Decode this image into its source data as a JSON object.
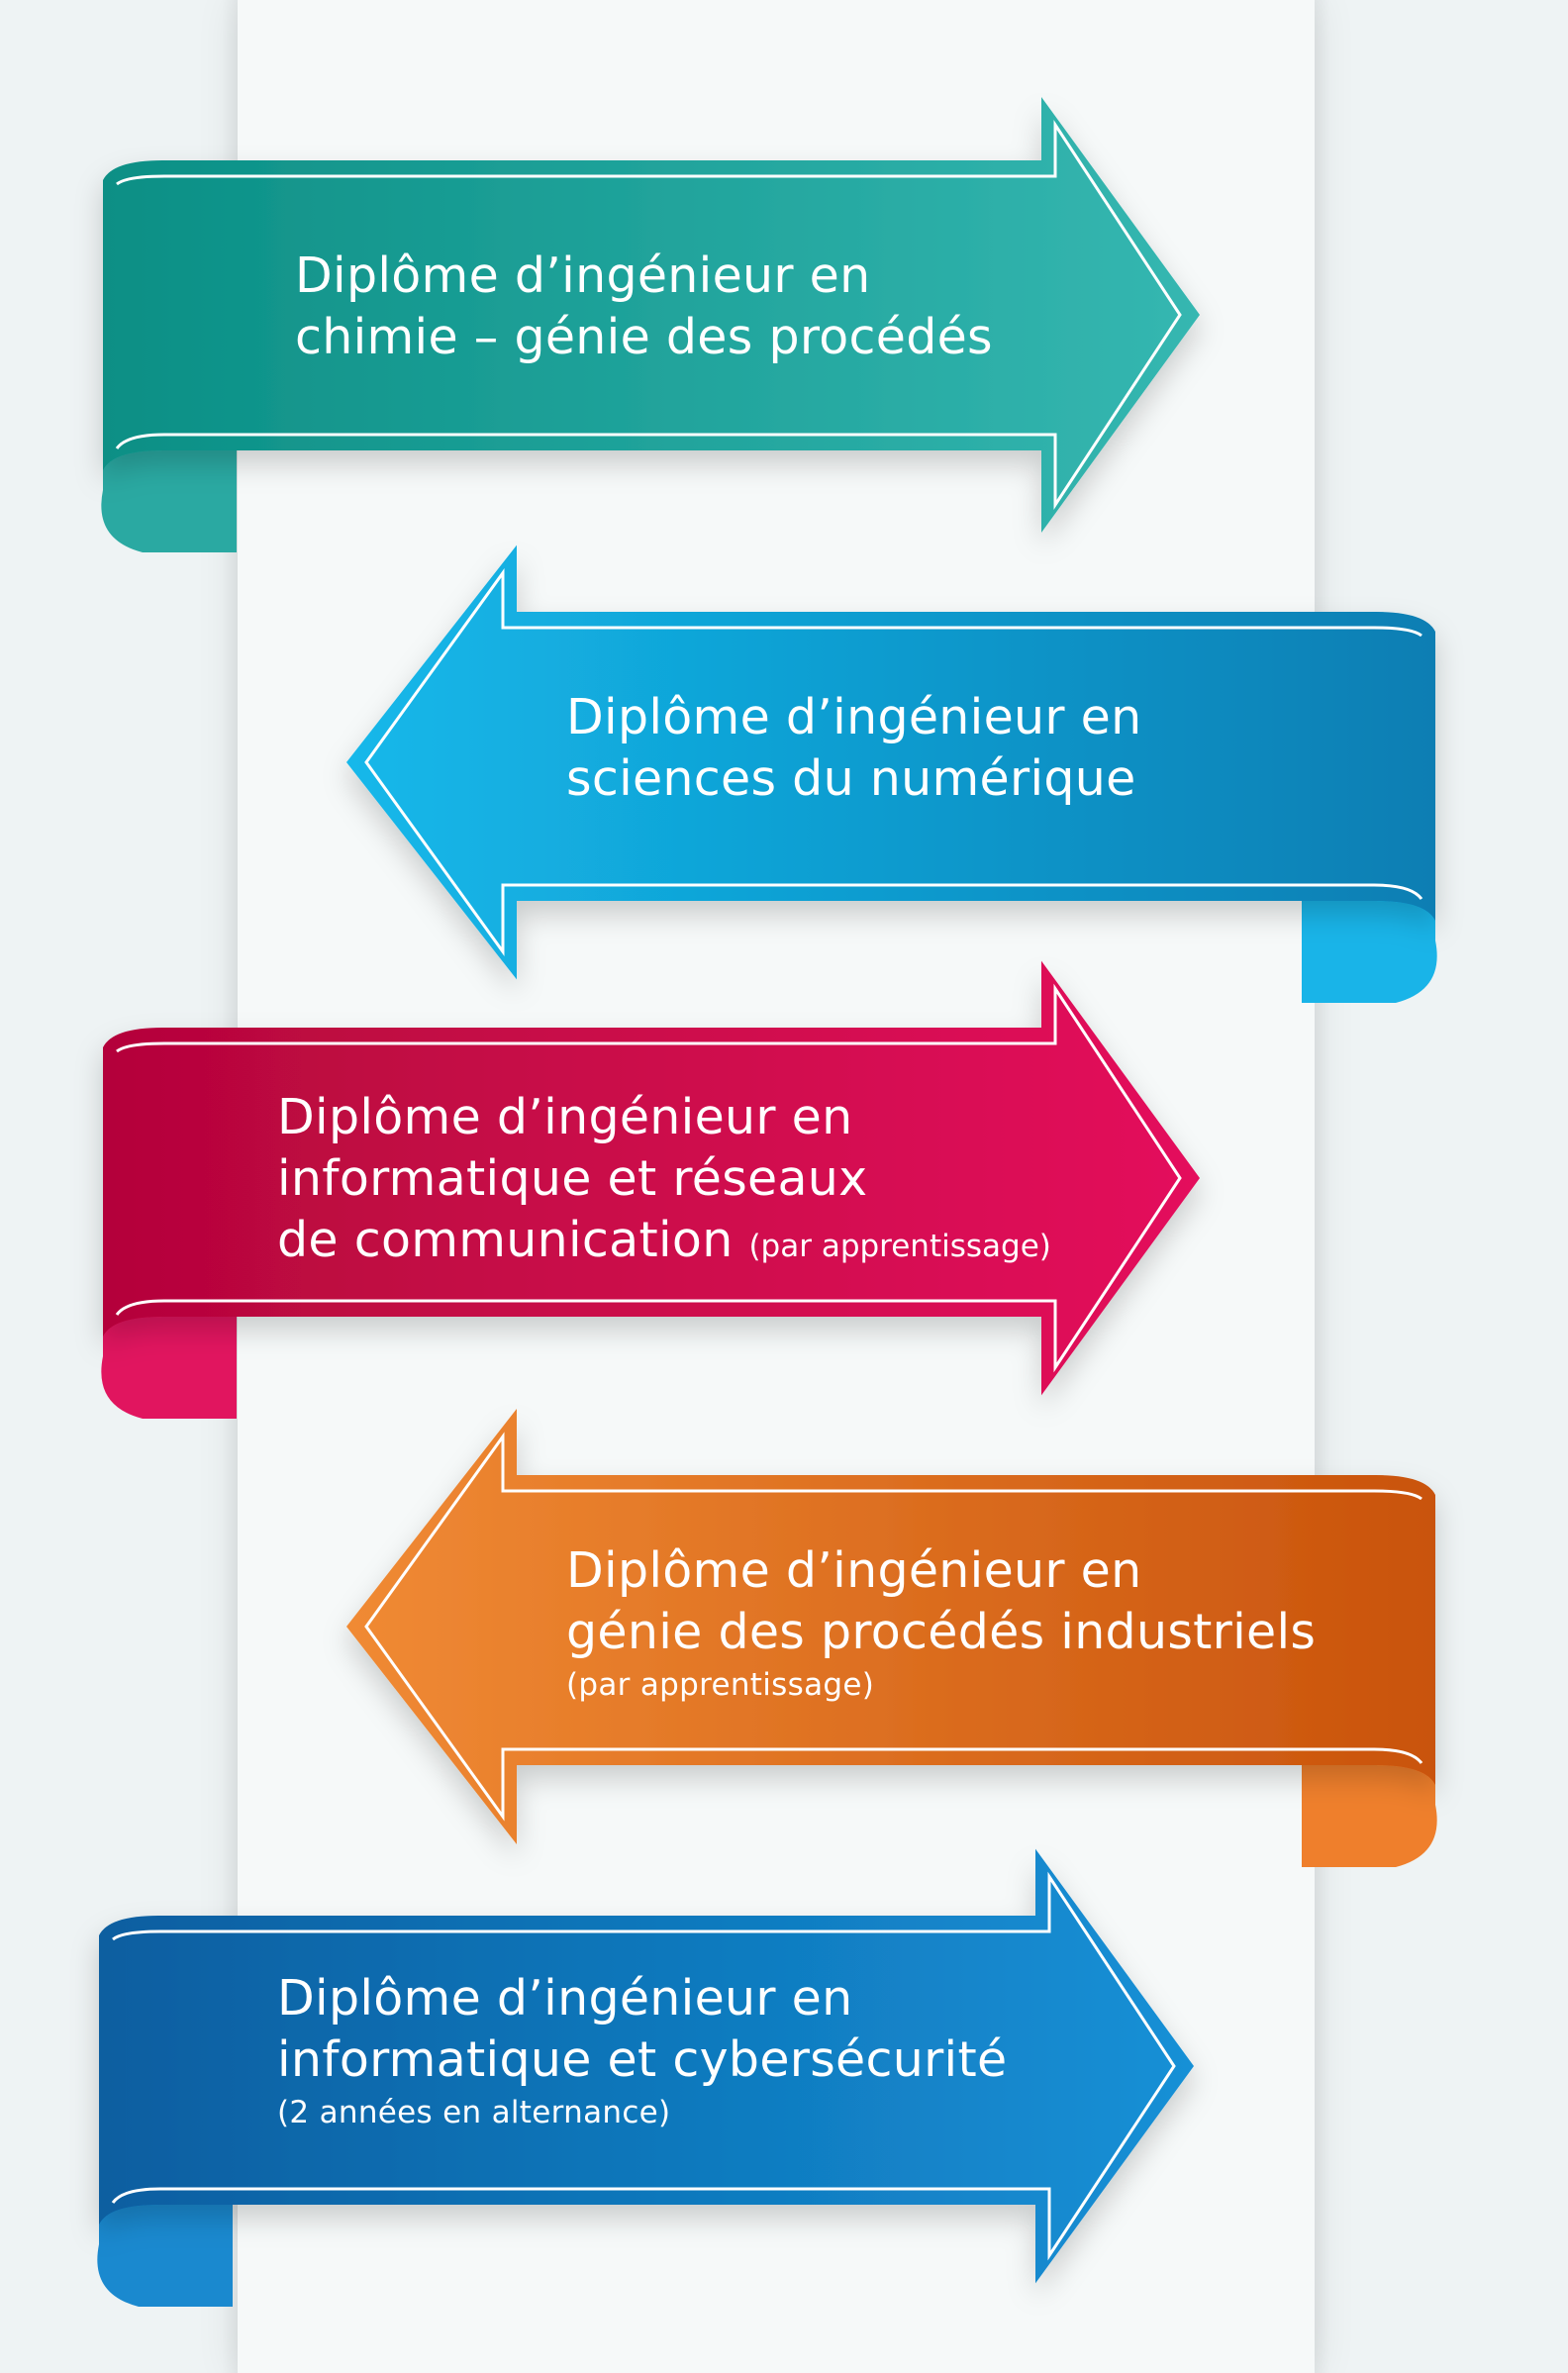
{
  "ribbons": [
    {
      "id": "chimie",
      "direction": "right",
      "colors": [
        "#0b8f85",
        "#35b7b1"
      ],
      "tail_color": "#2aa9a2",
      "lines": [
        "Diplôme d’ingénieur en",
        "chimie – génie des procédés"
      ]
    },
    {
      "id": "numerique",
      "direction": "left",
      "colors": [
        "#14b8ea",
        "#0a7eb3"
      ],
      "tail_color": "#19b4e8",
      "lines": [
        "Diplôme d’ingénieur en",
        "sciences du numérique"
      ]
    },
    {
      "id": "informatique-reseaux",
      "direction": "right",
      "colors": [
        "#b4053a",
        "#e4105c"
      ],
      "tail_color": "#e1155f",
      "lines": [
        "Diplôme d’ingénieur en",
        "informatique et réseaux",
        "de communication"
      ],
      "inline_note": "(par apprentissage)"
    },
    {
      "id": "procedes-industriels",
      "direction": "left",
      "colors": [
        "#f08a34",
        "#c9530c"
      ],
      "tail_color": "#ef7f2c",
      "lines": [
        "Diplôme d’ingénieur en",
        "génie des procédés industriels"
      ],
      "note": "(par apprentissage)"
    },
    {
      "id": "cybersecurite",
      "direction": "right",
      "colors": [
        "#0a5ea0",
        "#1590d6"
      ],
      "tail_color": "#1a89cf",
      "lines": [
        "Diplôme d’ingénieur en",
        "informatique et cybersécurité"
      ],
      "note": "(2 années en alternance)"
    }
  ]
}
